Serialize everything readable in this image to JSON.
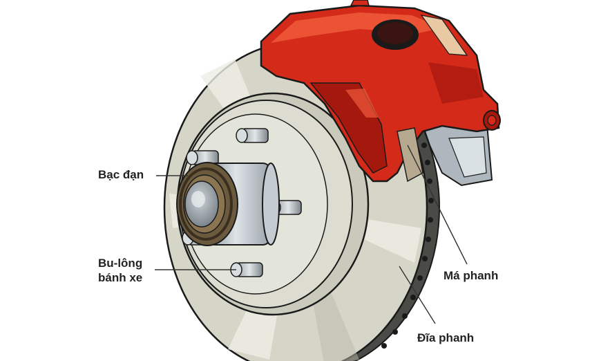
{
  "labels": {
    "bearing": "Bạc đạn",
    "wheel_bolt_line1": "Bu-lông",
    "wheel_bolt_line2": "bánh xe",
    "brake_pad": "Má phanh",
    "brake_disc": "Đĩa phanh"
  },
  "colors": {
    "disc": "#d5d6c8",
    "disc_dark": "#b9baa9",
    "disc_highlight": "#eeeee6",
    "caliper": "#d42a1a",
    "caliper_dark": "#a5180e",
    "caliper_light": "#ef5a3a",
    "hub_metal": "#c4ccd2",
    "outline": "#1a1a1a"
  }
}
